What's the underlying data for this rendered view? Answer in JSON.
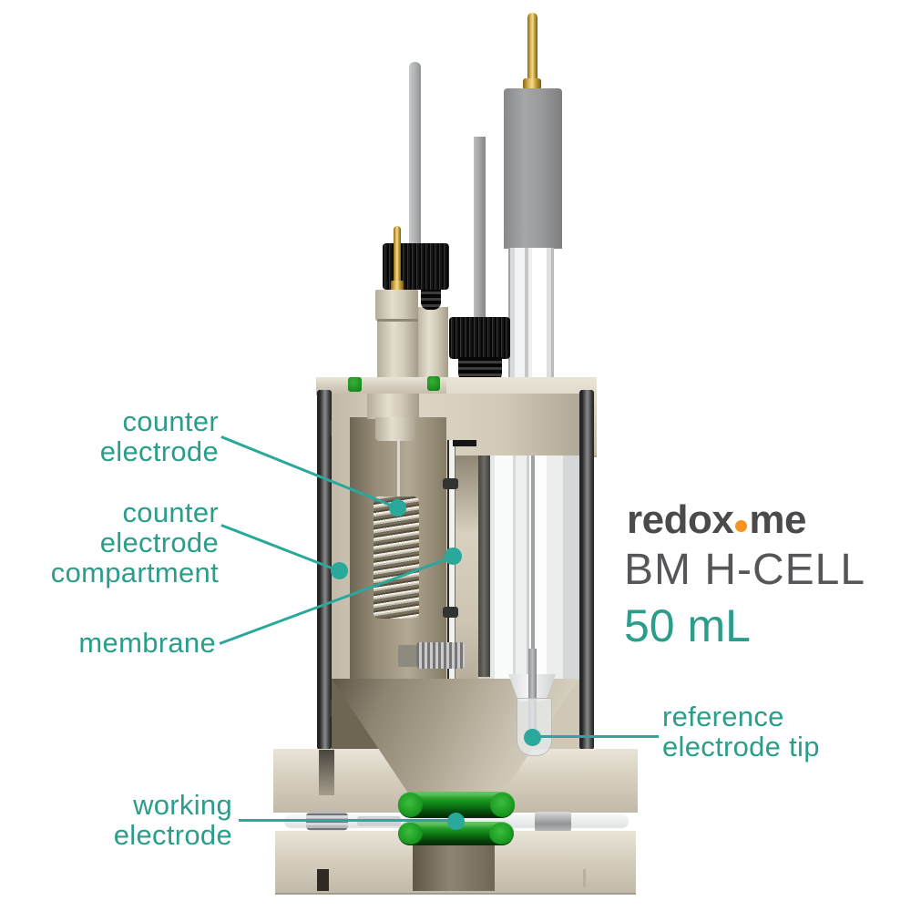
{
  "brand": {
    "logo_text_1": "redox",
    "logo_text_2": "me",
    "product_name": "BM H-CELL",
    "volume": "50 mL"
  },
  "labels": {
    "counter_electrode": {
      "line1": "counter",
      "line2": "electrode"
    },
    "counter_electrode_compartment": {
      "line1": "counter",
      "line2": "electrode",
      "line3": "compartment"
    },
    "membrane": {
      "line1": "membrane"
    },
    "working_electrode": {
      "line1": "working",
      "line2": "electrode"
    },
    "reference_electrode_tip": {
      "line1": "reference",
      "line2": "electrode tip"
    }
  },
  "colors": {
    "label_teal": "#2a9d8b",
    "leader_dot_teal": "#2aa89c",
    "logo_gray": "#4a4a4c",
    "logo_orange": "#f7941e",
    "product_gray": "#55565a",
    "oring_green": "#16941d",
    "body_cream": "#d8d2c2",
    "cap_black": "#1a1a1a",
    "pin_gold": "#d9b44a",
    "electrode_body_gray": "#9a9c9e"
  }
}
